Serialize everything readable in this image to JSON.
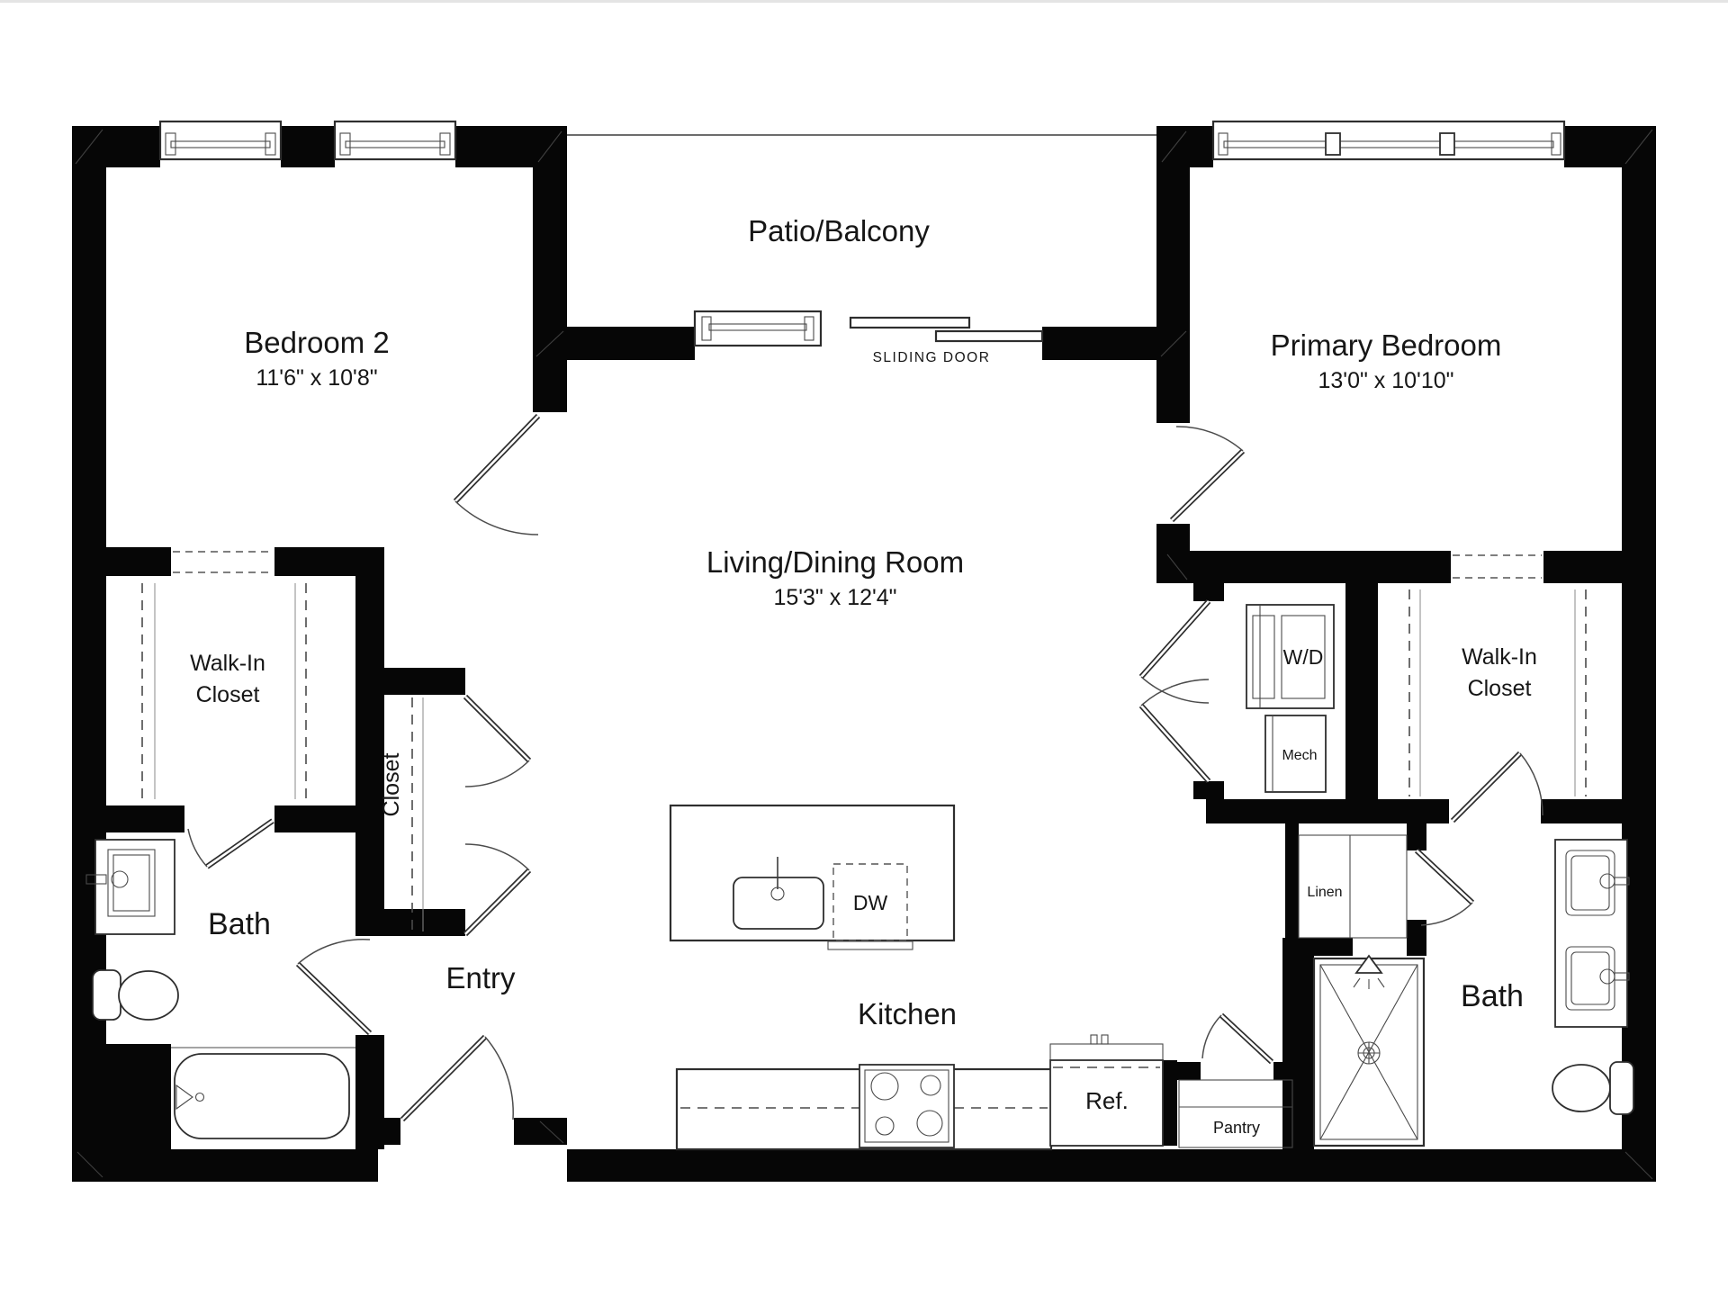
{
  "colors": {
    "wall": "#060606",
    "line": "#3c3c3c",
    "background": "#ffffff",
    "text": "#161616"
  },
  "rooms": {
    "patio": {
      "label": "Patio/Balcony"
    },
    "bedroom2": {
      "label": "Bedroom 2",
      "dims": "11'6\" x 10'8\""
    },
    "primary_bedroom": {
      "label": "Primary Bedroom",
      "dims": "13'0\" x 10'10\""
    },
    "living_dining": {
      "label": "Living/Dining Room",
      "dims": "15'3\" x 12'4\""
    },
    "entry": {
      "label": "Entry"
    },
    "kitchen": {
      "label": "Kitchen"
    },
    "bath_left": {
      "label": "Bath"
    },
    "bath_right": {
      "label": "Bath"
    },
    "walk_in_closet_left": {
      "line1": "Walk-In",
      "line2": "Closet"
    },
    "walk_in_closet_right": {
      "line1": "Walk-In",
      "line2": "Closet"
    },
    "closet": {
      "label": "Closet"
    }
  },
  "fixtures": {
    "sliding_door": {
      "label": "SLIDING DOOR"
    },
    "washer_dryer": {
      "label": "W/D"
    },
    "mechanical": {
      "label": "Mech"
    },
    "linen": {
      "label": "Linen"
    },
    "dishwasher": {
      "label": "DW"
    },
    "refrigerator": {
      "label": "Ref."
    },
    "pantry": {
      "label": "Pantry"
    }
  }
}
